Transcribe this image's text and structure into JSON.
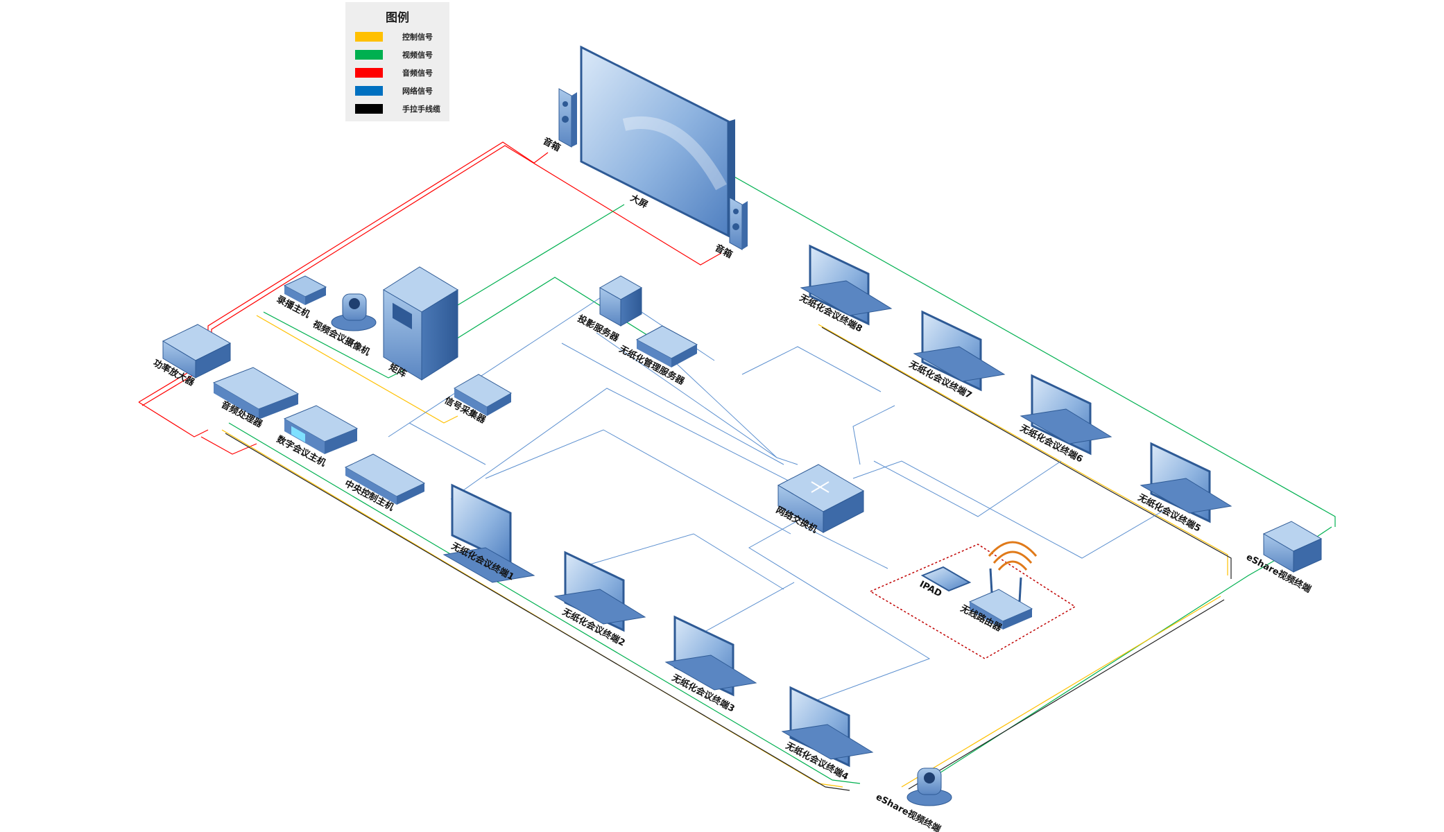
{
  "legend": {
    "title": "图例",
    "items": [
      {
        "label": "控制信号",
        "color": "#ffc000"
      },
      {
        "label": "视频信号",
        "color": "#00b050"
      },
      {
        "label": "音频信号",
        "color": "#ff0000"
      },
      {
        "label": "网络信号",
        "color": "#0070c0"
      },
      {
        "label": "手拉手线缆",
        "color": "#000000"
      }
    ]
  },
  "devices": {
    "speaker_left": "音箱",
    "big_screen": "大屏",
    "speaker_right": "音箱",
    "recorder": "录播主机",
    "video_camera": "视频会议摄像机",
    "matrix": "矩阵",
    "projection_server": "投影服务器",
    "paperless_mgmt_server": "无纸化管理服务器",
    "power_amp": "功率放大器",
    "audio_processor": "音频处理器",
    "digital_conf_host": "数字会议主机",
    "central_control": "中央控制主机",
    "signal_collector": "信号采集器",
    "network_switch": "网络交换机",
    "terminal_1": "无纸化会议终端1",
    "terminal_2": "无纸化会议终端2",
    "terminal_3": "无纸化会议终端3",
    "terminal_4": "无纸化会议终端4",
    "terminal_5": "无纸化会议终端5",
    "terminal_6": "无纸化会议终端6",
    "terminal_7": "无纸化会议终端7",
    "terminal_8": "无纸化会议终端8",
    "ipad": "IPAD",
    "wireless_router": "无线路由器",
    "eshare_terminal_right": "eShare视频终端",
    "eshare_terminal_bottom": "eShare视频终端"
  },
  "colors": {
    "control": "#ffc000",
    "video": "#00b050",
    "audio": "#ff0000",
    "network": "#0070c0",
    "daisy": "#000000",
    "device_light": "#a9c8ea",
    "device_mid": "#6f9bd0",
    "device_dark": "#3d6aa8"
  }
}
